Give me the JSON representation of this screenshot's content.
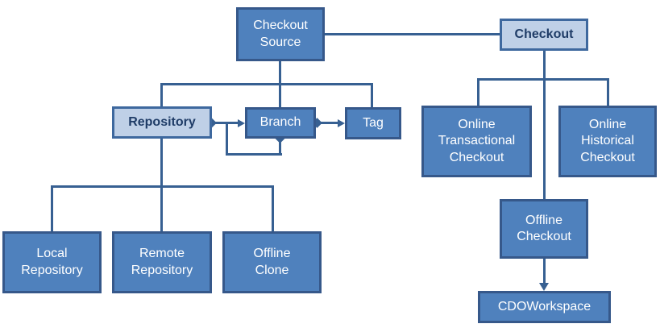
{
  "diagram": {
    "background": "#ffffff",
    "colors": {
      "node_fill": "#4F81BD",
      "node_border": "#36588A",
      "node_text": "#ffffff",
      "highlight_fill": "#BFD0E7",
      "highlight_border": "#3E689E",
      "highlight_text": "#1F3C67",
      "connector": "#376092"
    },
    "nodes": {
      "checkout_source": {
        "label": "Checkout\nSource",
        "style": "dark"
      },
      "checkout": {
        "label": "Checkout",
        "style": "light"
      },
      "repository": {
        "label": "Repository",
        "style": "light"
      },
      "branch": {
        "label": "Branch",
        "style": "dark"
      },
      "tag": {
        "label": "Tag",
        "style": "dark"
      },
      "online_transactional_checkout": {
        "label": "Online\nTransactional\nCheckout",
        "style": "dark"
      },
      "online_historical_checkout": {
        "label": "Online\nHistorical\nCheckout",
        "style": "dark"
      },
      "offline_checkout": {
        "label": "Offline\nCheckout",
        "style": "dark"
      },
      "cdo_workspace": {
        "label": "CDOWorkspace",
        "style": "dark"
      },
      "local_repository": {
        "label": "Local\nRepository",
        "style": "dark"
      },
      "remote_repository": {
        "label": "Remote\nRepository",
        "style": "dark"
      },
      "offline_clone": {
        "label": "Offline\nClone",
        "style": "dark"
      }
    },
    "edges": [
      {
        "from": "checkout_source",
        "to": "checkout",
        "type": "line"
      },
      {
        "from": "checkout_source",
        "to": "repository",
        "type": "tree"
      },
      {
        "from": "checkout_source",
        "to": "branch",
        "type": "tree"
      },
      {
        "from": "checkout_source",
        "to": "tag",
        "type": "tree"
      },
      {
        "from": "repository",
        "to": "branch",
        "type": "aggregation-arrow"
      },
      {
        "from": "branch",
        "to": "branch",
        "type": "aggregation-arrow-self"
      },
      {
        "from": "branch",
        "to": "tag",
        "type": "aggregation-arrow"
      },
      {
        "from": "repository",
        "to": "local_repository",
        "type": "tree"
      },
      {
        "from": "repository",
        "to": "remote_repository",
        "type": "tree"
      },
      {
        "from": "repository",
        "to": "offline_clone",
        "type": "tree"
      },
      {
        "from": "checkout",
        "to": "online_transactional_checkout",
        "type": "tree"
      },
      {
        "from": "checkout",
        "to": "online_historical_checkout",
        "type": "tree"
      },
      {
        "from": "checkout",
        "to": "offline_checkout",
        "type": "tree"
      },
      {
        "from": "offline_checkout",
        "to": "cdo_workspace",
        "type": "arrow"
      }
    ]
  }
}
